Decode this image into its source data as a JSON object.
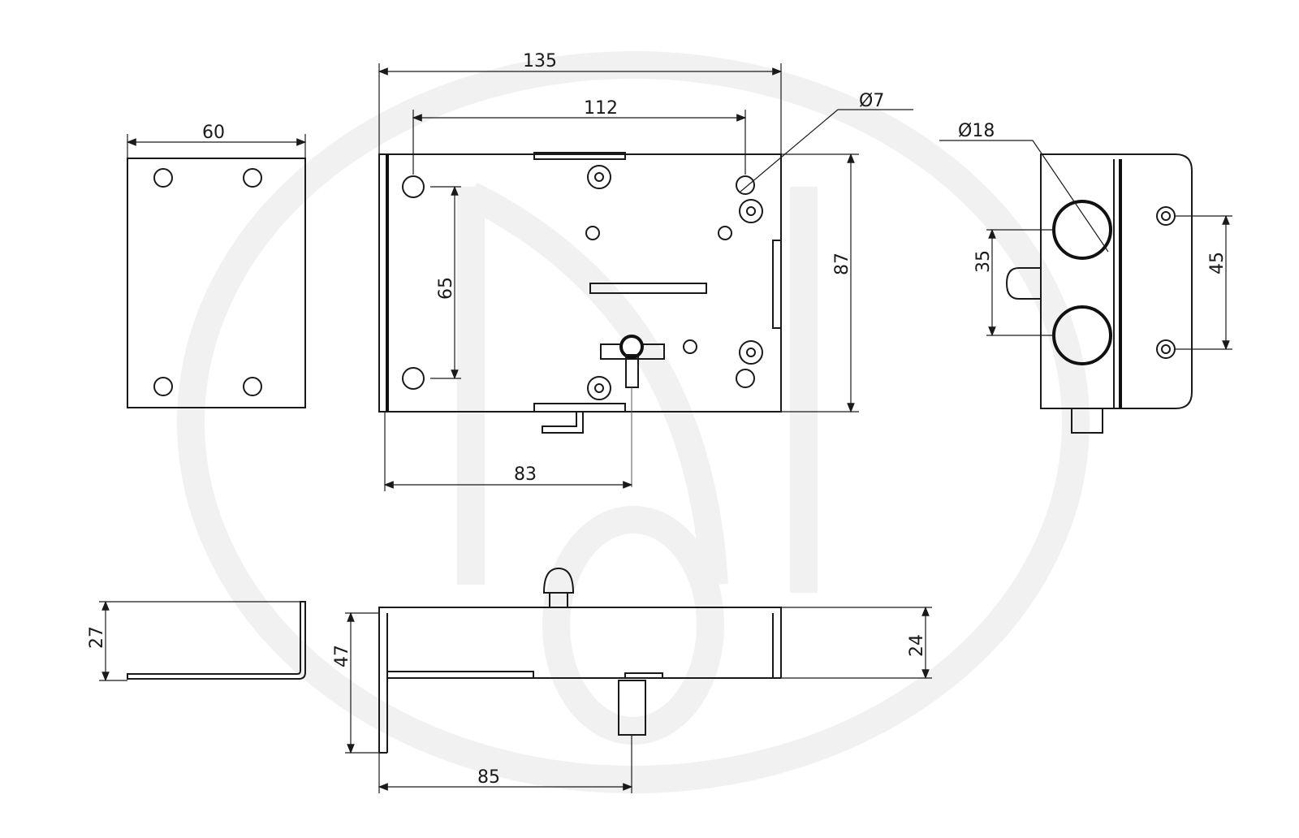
{
  "title": "Lock mounting plate technical drawing",
  "dimensions": {
    "plate_width": "60",
    "overall_length": "135",
    "hole_spacing_horizontal": "112",
    "small_hole_diameter": "Ø7",
    "large_hole_diameter": "Ø18",
    "overall_height": "87",
    "hole_spacing_vertical": "65",
    "bolt_offset": "83",
    "cylinder_spacing": "35",
    "side_hole_spacing": "45",
    "angle_height": "27",
    "side_depth": "47",
    "body_depth": "24",
    "pin_offset": "85"
  },
  "colors": {
    "line": "#1a1a1a",
    "watermark": "#f1f1f1"
  }
}
